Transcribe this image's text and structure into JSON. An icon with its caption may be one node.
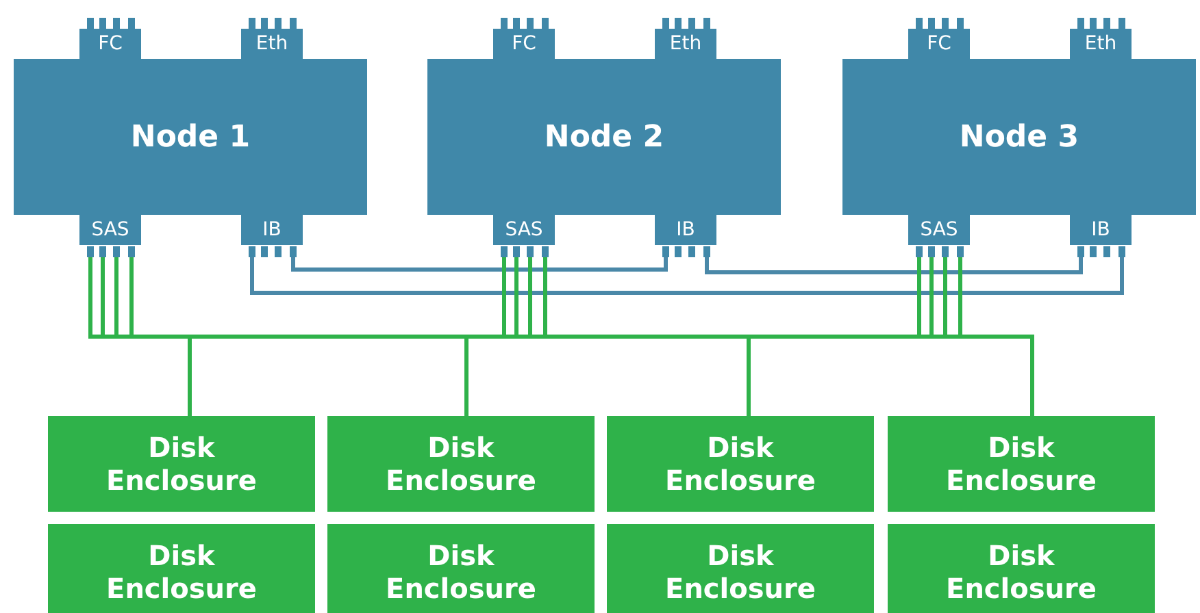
{
  "diagram": {
    "nodes": [
      {
        "text": [
          "FC"
        ]
      },
      {
        "text": [
          "Eth"
        ]
      },
      {
        "text": [
          "FC"
        ]
      },
      {
        "text": [
          "Eth"
        ]
      },
      {
        "text": [
          "FC"
        ]
      },
      {
        "text": [
          "Eth"
        ]
      },
      {
        "text": [
          "Node 1"
        ]
      },
      {
        "text": [
          "Node 2"
        ]
      },
      {
        "text": [
          "Node 3"
        ]
      },
      {
        "text": [
          "SAS"
        ]
      },
      {
        "text": [
          "IB"
        ]
      },
      {
        "text": [
          "SAS"
        ]
      },
      {
        "text": [
          "IB"
        ]
      },
      {
        "text": [
          "SAS"
        ]
      },
      {
        "text": [
          "IB"
        ]
      },
      {
        "text": [
          "Disk Enclosure"
        ]
      },
      {
        "text": [
          "Disk Enclosure"
        ]
      },
      {
        "text": [
          "Disk Enclosure"
        ]
      },
      {
        "text": [
          "Disk Enclosure"
        ]
      },
      {
        "text": [
          "Disk Enclosure"
        ]
      },
      {
        "text": [
          "Disk Enclosure"
        ]
      },
      {
        "text": [
          "Disk Enclosure"
        ]
      },
      {
        "text": [
          "Disk Enclosure"
        ]
      }
    ],
    "edges": [
      {
        "from": 10,
        "to": 12,
        "arrow": "none",
        "color": "#4a88a8"
      },
      {
        "from": 12,
        "to": 14,
        "arrow": "none",
        "color": "#4a88a8"
      },
      {
        "from": 10,
        "to": 14,
        "arrow": "none",
        "color": "#4a88a8"
      },
      {
        "from": 9,
        "to": 15,
        "arrow": "none"
      },
      {
        "from": 9,
        "to": 16,
        "arrow": "none"
      },
      {
        "from": 9,
        "to": 17,
        "arrow": "none"
      },
      {
        "from": 9,
        "to": 18,
        "arrow": "none"
      },
      {
        "from": 11,
        "to": 15,
        "arrow": "none"
      },
      {
        "from": 11,
        "to": 16,
        "arrow": "none"
      },
      {
        "from": 11,
        "to": 17,
        "arrow": "none"
      },
      {
        "from": 11,
        "to": 18,
        "arrow": "none"
      },
      {
        "from": 13,
        "to": 15,
        "arrow": "none"
      },
      {
        "from": 13,
        "to": 16,
        "arrow": "none"
      },
      {
        "from": 13,
        "to": 17,
        "arrow": "none"
      },
      {
        "from": 13,
        "to": 18,
        "arrow": "none"
      }
    ]
  }
}
